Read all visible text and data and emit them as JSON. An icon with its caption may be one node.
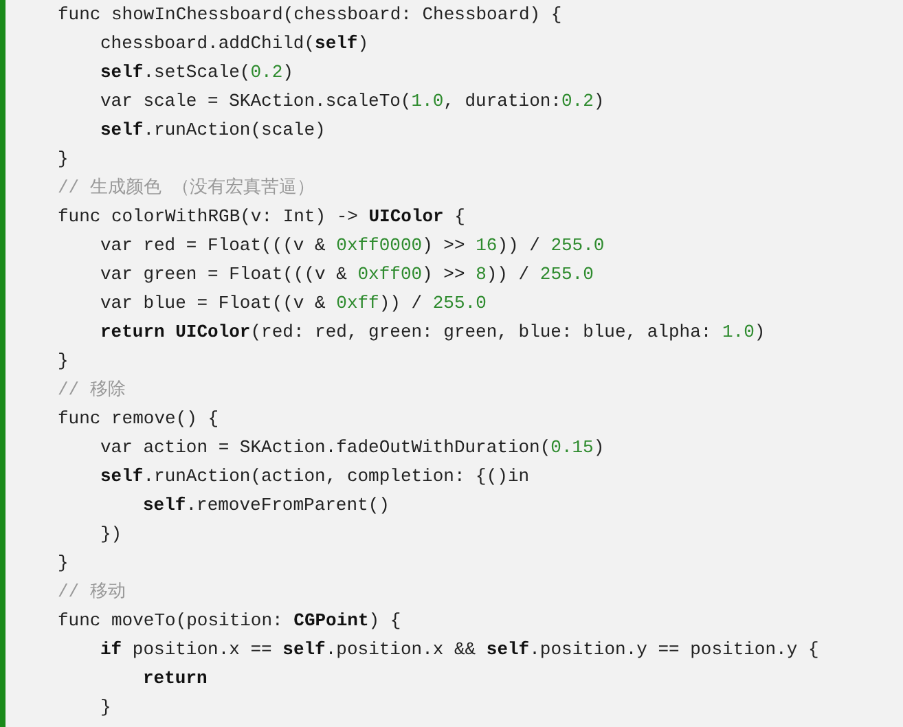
{
  "diagram": {
    "labels": [
      "func showInChessboard(chessboard: Chessboard) {",
      "chessboard.addChild(**self**)",
      "**self**.setScale(0.2)",
      "var scale = SKAction.scaleTo(1.0, duration:0.2)",
      "**self**.runAction(scale)",
      "}",
      "// 生成颜色 （没有宏真苦逼）",
      "func colorWithRGB(v: Int) -> **UIColor** {",
      "var red = Float(((v & 0xff0000) >> 16)) / 255.0",
      "var green = Float(((v & 0xff00) >> 8)) / 255.0",
      "var blue = Float((v & 0xff)) / 255.0",
      "**return** **UIColor**(red: red, green: green, blue: blue, alpha: 1.0)",
      "}",
      "// 移除",
      "func remove() {",
      "var action = SKAction.fadeOutWithDuration(0.15)",
      "**self**.runAction(action, completion: {()in",
      "**self**.removeFromParent()",
      "})",
      "}",
      "// 移动",
      "func moveTo(position: **CGPoint**) {",
      "**if** position.x == **self**.position.x && **self**.position.y == position.y {",
      "**return**",
      "}"
    ]
  }
}
